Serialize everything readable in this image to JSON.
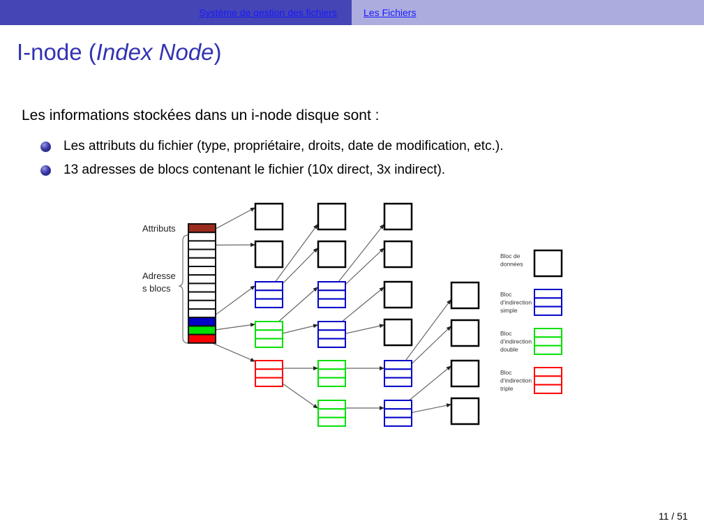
{
  "nav": {
    "section": "Système de gestion des fichiers",
    "subsection": "Les Fichiers"
  },
  "slide": {
    "title_prefix": "I-node (",
    "title_italic": "Index Node",
    "title_suffix": ")",
    "intro": "Les informations stockées dans un i-node disque sont :",
    "bullets": [
      "Les attributs du fichier (type, propriétaire, droits, date de modification, etc.).",
      "13 adresses de blocs contenant le fichier (10x direct, 3x indirect)."
    ]
  },
  "diagram": {
    "labels": {
      "attributes": "Attributs",
      "addresses_line1": "Adresse",
      "addresses_line2": "s blocs"
    },
    "inode": {
      "direct_count": 10,
      "colors": {
        "attributes": "#9b2b1e",
        "simple": "#0000c8",
        "double": "#00e000",
        "triple": "#ff0000",
        "data": "#000000"
      }
    },
    "legend": [
      {
        "kind": "data",
        "lines": [
          "Bloc de",
          "données"
        ]
      },
      {
        "kind": "simple",
        "lines": [
          "Bloc",
          "d'indirection",
          "simple"
        ]
      },
      {
        "kind": "double",
        "lines": [
          "Bloc",
          "d'indirection",
          "double"
        ]
      },
      {
        "kind": "triple",
        "lines": [
          "Bloc",
          "d'indirection",
          "triple"
        ]
      }
    ]
  },
  "footer": {
    "page": "11 / 51"
  }
}
